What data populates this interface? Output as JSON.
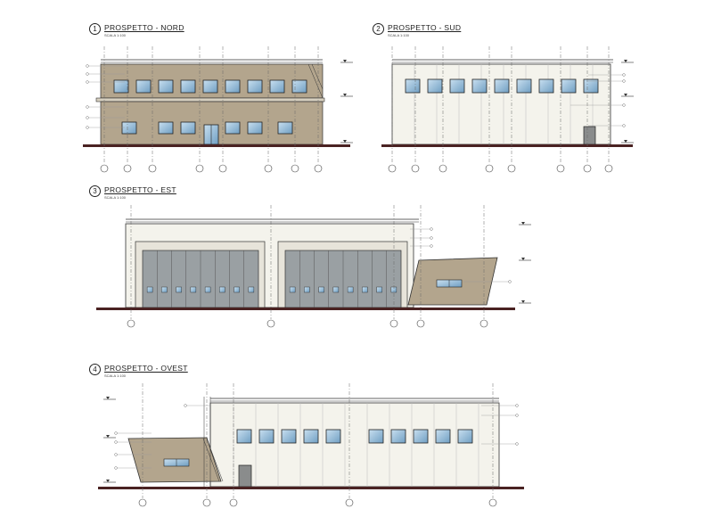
{
  "drawings": [
    {
      "num": "1",
      "title": "PROSPETTO - NORD",
      "scale": "SCALA 1:100"
    },
    {
      "num": "2",
      "title": "PROSPETTO - SUD",
      "scale": "SCALA 1:100"
    },
    {
      "num": "3",
      "title": "PROSPETTO - EST",
      "scale": "SCALA 1:100"
    },
    {
      "num": "4",
      "title": "PROSPETTO - OVEST",
      "scale": "SCALA 1:100"
    }
  ],
  "colors": {
    "cladding_brown": "#b3a58d",
    "wall_white": "#f4f3ec",
    "door_grey": "#9aa0a3",
    "window_blue": "#8fb6d3",
    "ground": "#4a2222",
    "line": "#333333"
  }
}
